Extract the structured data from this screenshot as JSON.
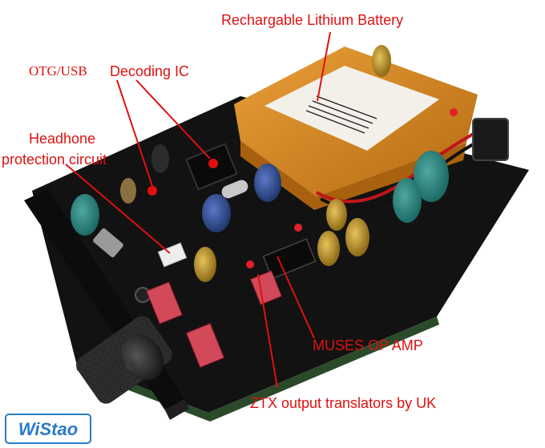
{
  "annotations": {
    "battery": "Rechargable Lithium Battery",
    "otg_usb": "OTG/USB",
    "decoding_ic": "Decoding IC",
    "headphone_line1": "Headhone",
    "headphone_line2": "protection circuit",
    "muses": "MUSES OP AMP",
    "ztx": "ZTX output translators by UK"
  },
  "logo": {
    "text": "WiStao",
    "color": "#2a7ac8"
  },
  "colors": {
    "annotation": "#e01010",
    "board": "#121212",
    "battery": "#d98a20"
  }
}
